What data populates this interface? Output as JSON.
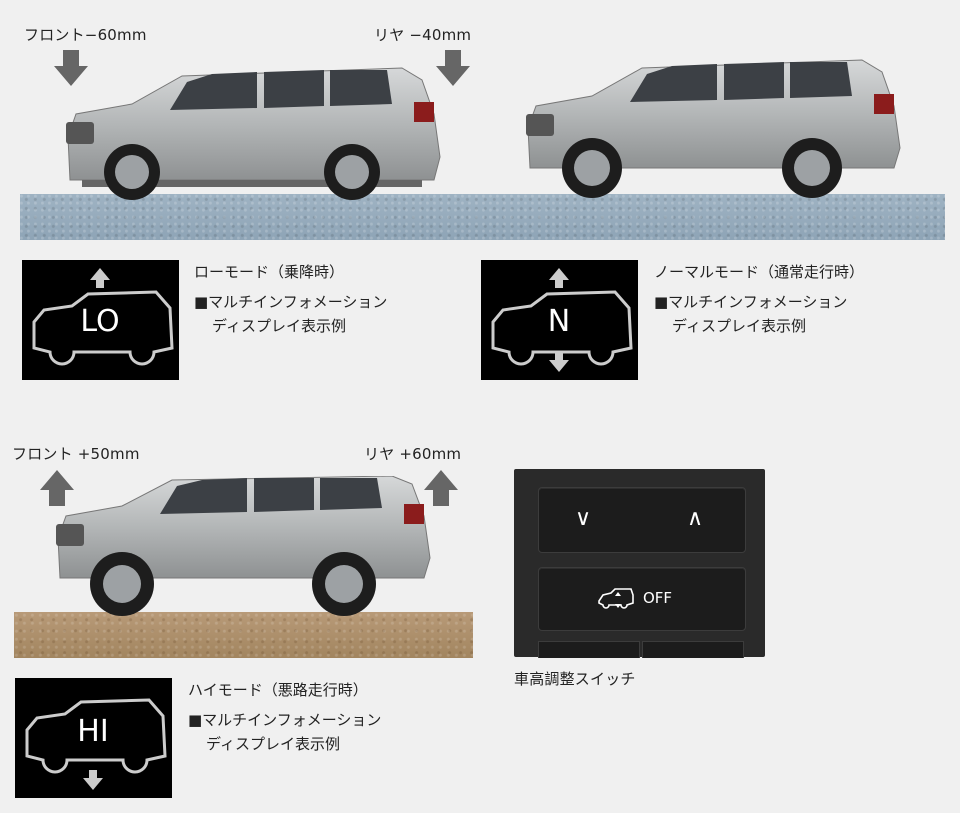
{
  "top_left": {
    "front_label": "フロント−60mm",
    "rear_label": "リヤ −40mm",
    "display_mode": "LO",
    "caption_title": "ローモード（乗降時）",
    "caption_line1": "■マルチインフォメーション",
    "caption_line2": "ディスプレイ表示例"
  },
  "top_right": {
    "display_mode": "N",
    "caption_title": "ノーマルモード（通常走行時）",
    "caption_line1": "■マルチインフォメーション",
    "caption_line2": "ディスプレイ表示例"
  },
  "bottom_left": {
    "front_label": "フロント +50mm",
    "rear_label": "リヤ +60mm",
    "display_mode": "HI",
    "caption_title": "ハイモード（悪路走行時）",
    "caption_line1": "■マルチインフォメーション",
    "caption_line2": "ディスプレイ表示例"
  },
  "switch": {
    "down_glyph": "∨",
    "up_glyph": "∧",
    "off_label": "OFF",
    "caption": "車高調整スイッチ"
  },
  "colors": {
    "arrow": "#666666",
    "background": "#f0f0f0",
    "display_bg": "#000000",
    "car_body": "#b9bcbd"
  },
  "icons": [
    "down-arrow-icon",
    "up-arrow-icon",
    "car-outline-icon",
    "suv-lift-icon"
  ]
}
